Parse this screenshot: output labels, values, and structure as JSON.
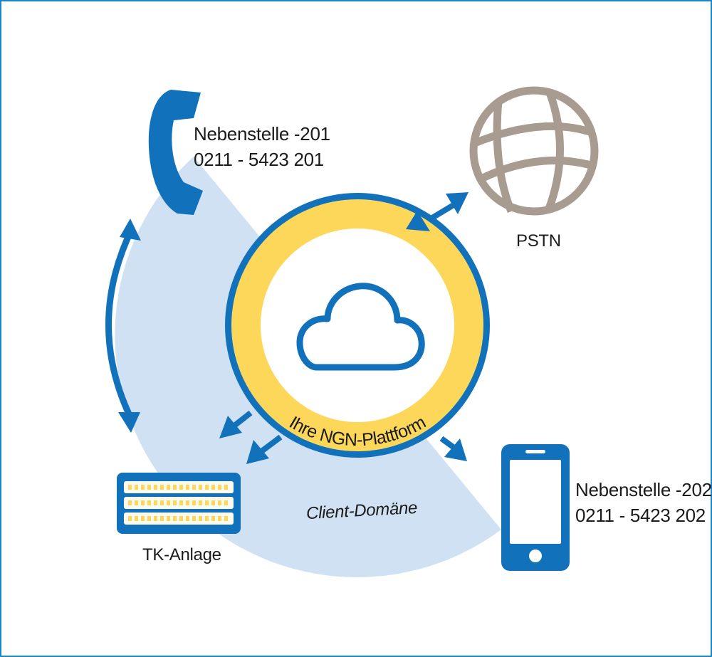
{
  "colors": {
    "border": "#1a86c8",
    "blue": "#1172bb",
    "domain_fill": "#cfe1f3",
    "ring_yellow": "#fdd75a",
    "globe": "#a89b90"
  },
  "icons": {
    "handset": "telephone-handset-icon",
    "globe": "globe-icon",
    "cloud": "cloud-icon",
    "pbx": "pbx-rack-icon",
    "smartphone": "smartphone-icon"
  },
  "labels": {
    "ext_201_name": "Nebenstelle -201",
    "ext_201_number": "0211 - 5423 201",
    "pstn": "PSTN",
    "platform": "Ihre NGN-Plattform",
    "client_domain": "Client-Domäne",
    "pbx": "TK-Anlage",
    "ext_202_name": "Nebenstelle -202",
    "ext_202_number": "0211 - 5423 202"
  }
}
